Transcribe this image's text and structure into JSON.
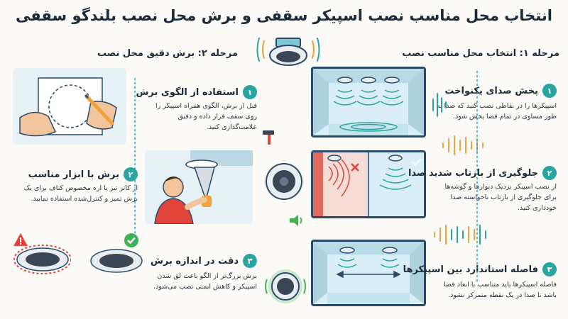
{
  "title": "انتخاب محل مناسب نصب اسپیکر سقفی و برش محل نصب بلندگو سقفی",
  "stage1": {
    "heading": "مرحله ۱: انتخاب محل مناسب نصب",
    "steps": [
      {
        "num": "۱",
        "title": "پخش صدای یکنواخت",
        "text": "اسپیکرها را در نقاطی نصب کنید که صدا به طور مساوی در تمام فضا پخش شود."
      },
      {
        "num": "۲",
        "title": "جلوگیری از بازتاب شدید صدا",
        "text": "از نصب اسپیکر نزدیک دیوارها و گوشه‌ها برای جلوگیری از بازتاب ناخواسته صدا خودداری کنید."
      },
      {
        "num": "۳",
        "title": "فاصله استاندارد بین اسپیکرها",
        "text": "فاصله اسپیکرها باید متناسب با ابعاد فضا باشد تا صدا در یک نقطه متمرکز نشود."
      }
    ]
  },
  "stage2": {
    "heading": "مرحله ۲: برش دقیق محل نصب",
    "steps": [
      {
        "num": "۱",
        "title": "استفاده از الگوی برش",
        "text": "قبل از برش، الگوی همراه اسپیکر را روی سقف قرار داده و دقیق علامت‌گذاری کنید."
      },
      {
        "num": "۲",
        "title": "برش با ابزار مناسب",
        "text": "از کاتر تیز یا اره مخصوص کناف برای یک برش تمیز و کنترل‌شده استفاده نمایید."
      },
      {
        "num": "۳",
        "title": "دقت در اندازه برش",
        "text": "برش بزرگ‌تر از الگو باعث لق شدن اسپیکر و کاهش ایمنی نصب می‌شود."
      }
    ]
  },
  "colors": {
    "teal": "#2aa4a0",
    "navy": "#2b4a6a",
    "orange": "#f0a33a",
    "red": "#e0443a",
    "green": "#3fb34f"
  },
  "icons": [
    "ceiling-speaker-icon",
    "sound-wave-icon",
    "hammer-icon",
    "checkmark-icon",
    "warning-icon",
    "speaker-volume-icon",
    "saw-icon",
    "pencil-icon"
  ]
}
